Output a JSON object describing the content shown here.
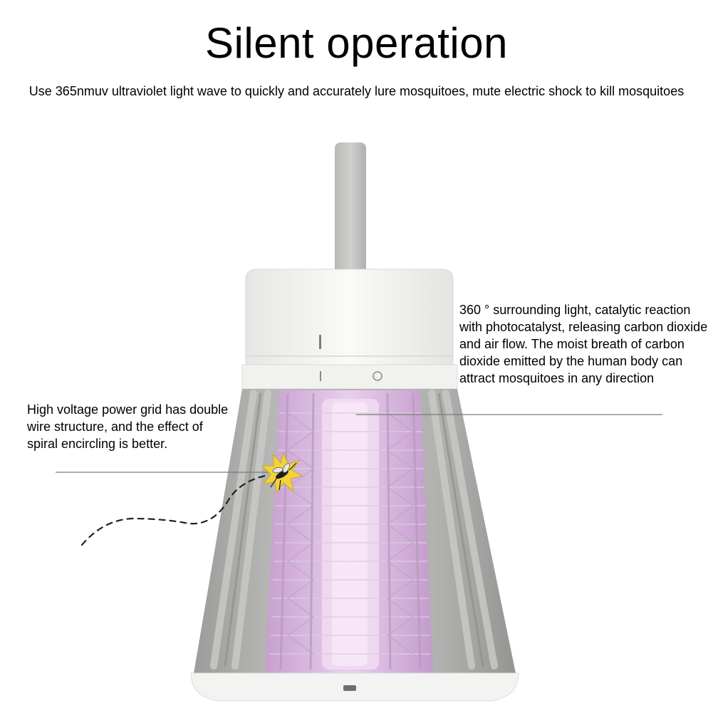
{
  "title": "Silent operation",
  "subtitle": "Use 365nmuv ultraviolet light wave to quickly and accurately lure mosquitoes, mute electric shock to kill mosquitoes",
  "callouts": {
    "right": "360 ° surrounding light, catalytic reaction with photocatalyst, releasing carbon dioxide and air flow. The moist breath of carbon dioxide emitted by the human body can attract mosquitoes in any direction",
    "left": "High voltage power grid has double wire structure, and the effect of spiral encircling is better."
  },
  "icons": {
    "mosquito": "mosquito-icon",
    "power_switch": "power-switch-icon",
    "indicator": "indicator-light-icon"
  },
  "colors": {
    "lamp_body": "#a8a8a6",
    "lamp_white": "#f4f4f2",
    "uv_glow": "#d9b3de",
    "uv_tube": "#e6c6ea",
    "zap": "#f2d33a"
  }
}
